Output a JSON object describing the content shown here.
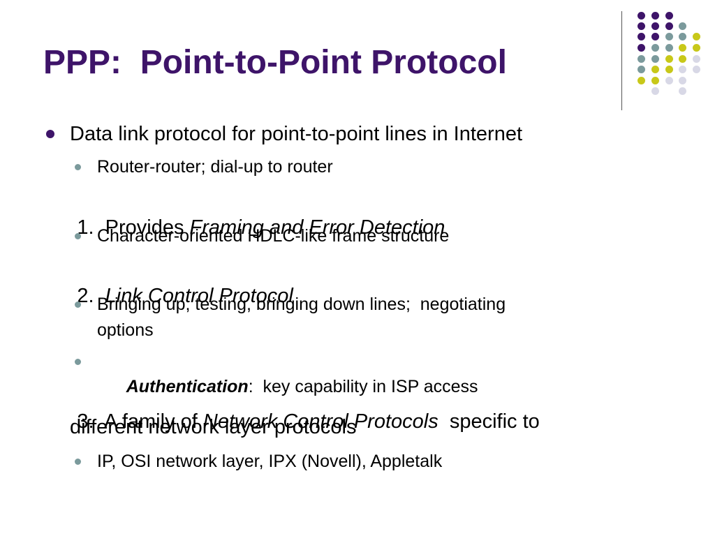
{
  "slide": {
    "title": "PPP:  Point-to-Point Protocol",
    "colors": {
      "title": "#3e1469",
      "bullet_level1": "#3e1469",
      "bullet_level2": "#7b9a9c",
      "dot_purple": "#3e1469",
      "dot_teal": "#7b9a9c",
      "dot_yellow": "#c8c819",
      "dot_lavender": "#d8d8e6"
    },
    "items": [
      {
        "text": "Data link protocol for point-to-point lines in Internet"
      },
      {
        "text": "Router-router; dial-up to router"
      },
      {
        "num": "1.  Provides ",
        "em": "Framing and Error Detection"
      },
      {
        "text": "Character-oriented HDLC-like frame structure"
      },
      {
        "num": "2.  ",
        "em": "Link Control Protocol"
      },
      {
        "text_line1": "Bringing up, testing, bringing down lines;  negotiating",
        "text_line2": "options"
      },
      {
        "strong_em": "Authentication",
        "rest": ":  key capability in ISP access"
      },
      {
        "num": "3.  A family of ",
        "em": "Network Control Protocols",
        "rest": "  specific to",
        "line2": "different network layer protocols"
      },
      {
        "text": "IP, OSI network layer, IPX (Novell), Appletalk"
      }
    ]
  }
}
